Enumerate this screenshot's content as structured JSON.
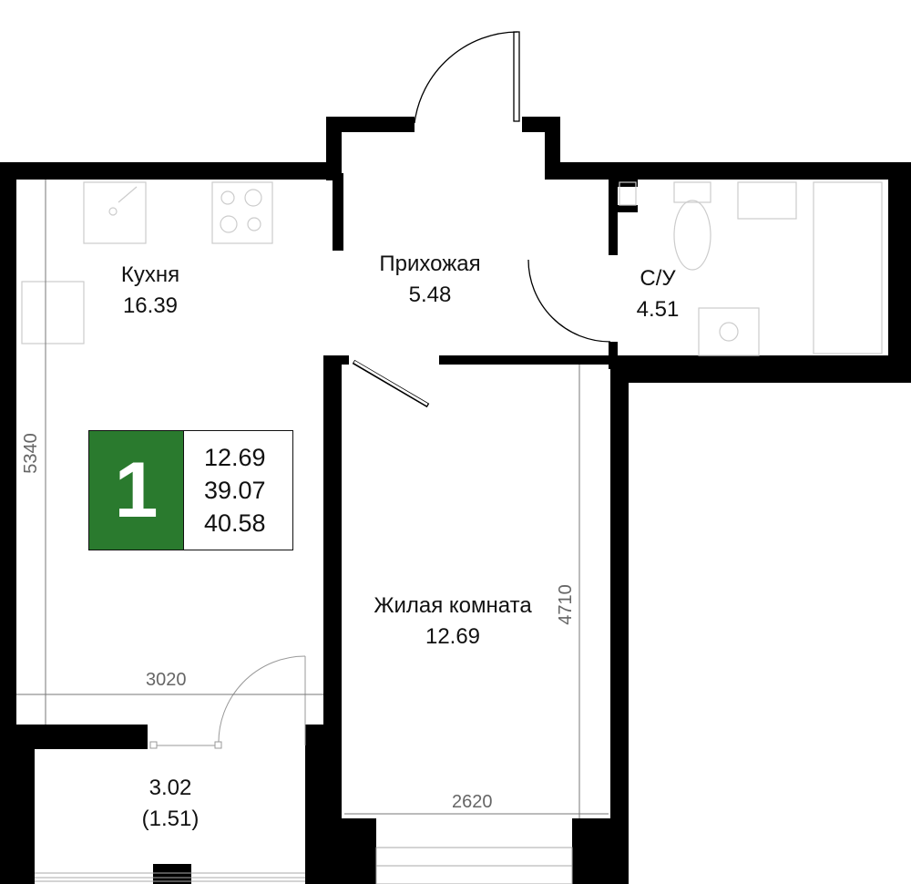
{
  "rooms": {
    "kitchen": {
      "name": "Кухня",
      "area": "16.39"
    },
    "hallway": {
      "name": "Прихожая",
      "area": "5.48"
    },
    "bathroom": {
      "name": "С/У",
      "area": "4.51"
    },
    "living": {
      "name": "Жилая комната",
      "area": "12.69"
    },
    "balcony": {
      "area": "3.02",
      "area_reduced": "(1.51)"
    }
  },
  "info_box": {
    "rooms_count": "1",
    "living_area": "12.69",
    "total_area": "39.07",
    "total_area_with_balcony": "40.58",
    "accent_color": "#2a7a2e"
  },
  "dimensions": {
    "kitchen_length": "5340",
    "kitchen_width": "3020",
    "living_length": "4710",
    "living_width": "2620"
  }
}
